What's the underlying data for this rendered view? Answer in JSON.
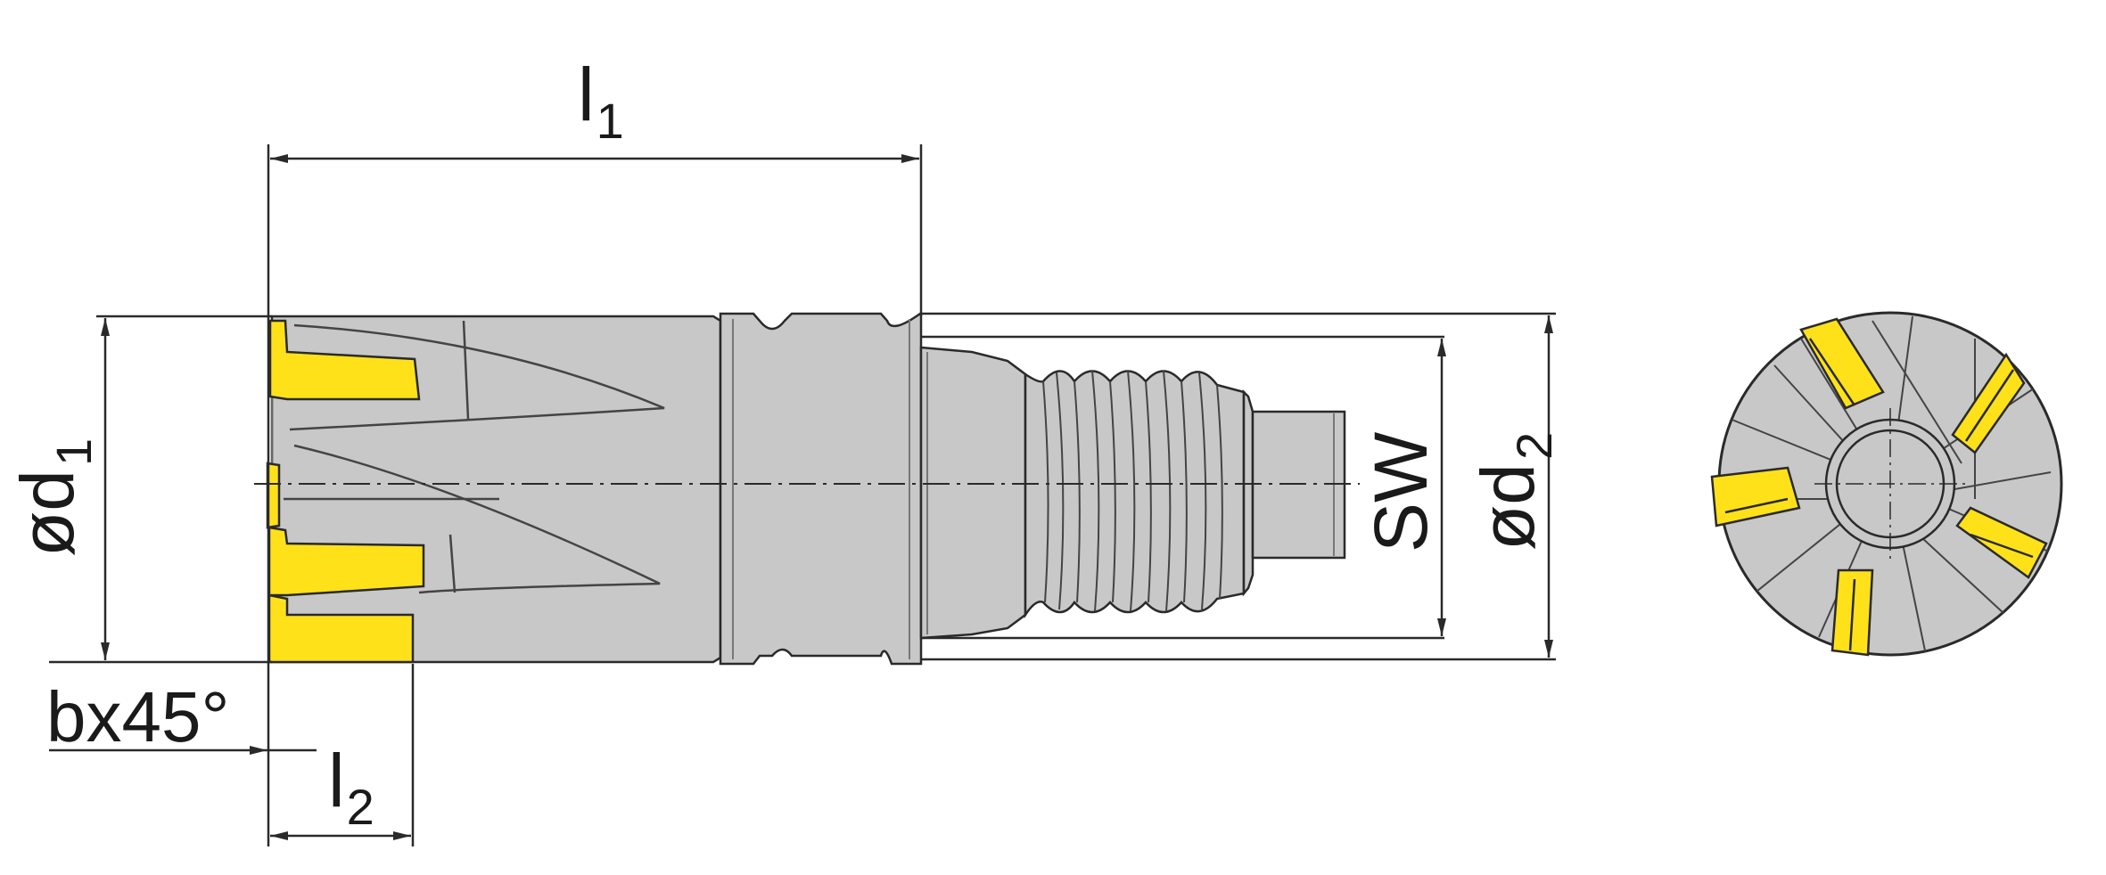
{
  "dimensions": {
    "l1": {
      "main": "l",
      "sub": "1"
    },
    "l2": {
      "main": "l",
      "sub": "2"
    },
    "d1": {
      "main": "ød",
      "sub": "1"
    },
    "d2": {
      "main": "ød",
      "sub": "2"
    },
    "sw": {
      "main": "SW"
    },
    "chamfer": {
      "main": "bx45°"
    }
  },
  "colors": {
    "body": "#c8c8c8",
    "insert": "#ffe11a",
    "line": "#2a2a2a"
  }
}
